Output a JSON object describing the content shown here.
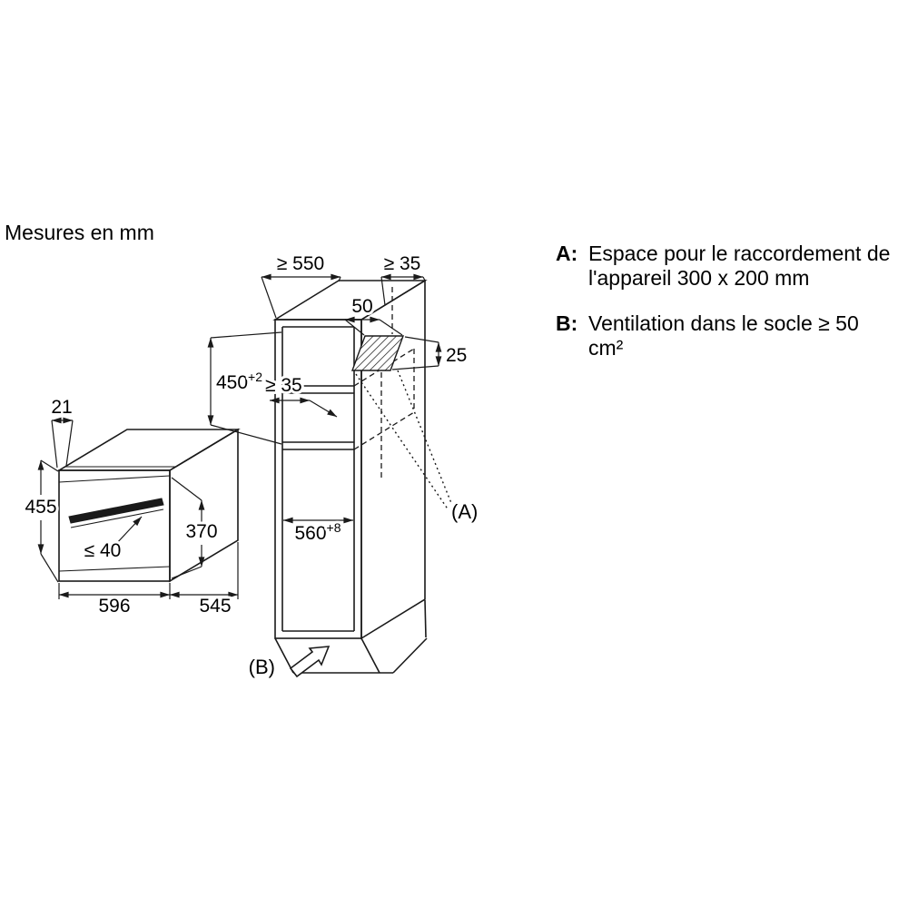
{
  "title": "Mesures en mm",
  "legend": {
    "a": {
      "key": "A:",
      "line1": "Espace pour le raccordement de",
      "line2": "l'appareil 300 x 200 mm"
    },
    "b": {
      "key": "B:",
      "line1": "Ventilation dans le socle ≥ 50",
      "line2": "cm²"
    }
  },
  "cabinet": {
    "depth": "≥ 550",
    "rear_clearance": "≥ 35",
    "connection_space_width": "50",
    "connection_space_offset": "25",
    "niche_height": "450",
    "niche_height_tol": "+2",
    "shelf_clearance": "≥ 35",
    "niche_width": "560",
    "niche_width_tol": "+8",
    "callout_a": "(A)",
    "callout_b": "(B)"
  },
  "oven": {
    "door_overhang": "21",
    "height": "455",
    "front_height": "370",
    "handle_clearance": "≤ 40",
    "width": "596",
    "depth": "545"
  }
}
